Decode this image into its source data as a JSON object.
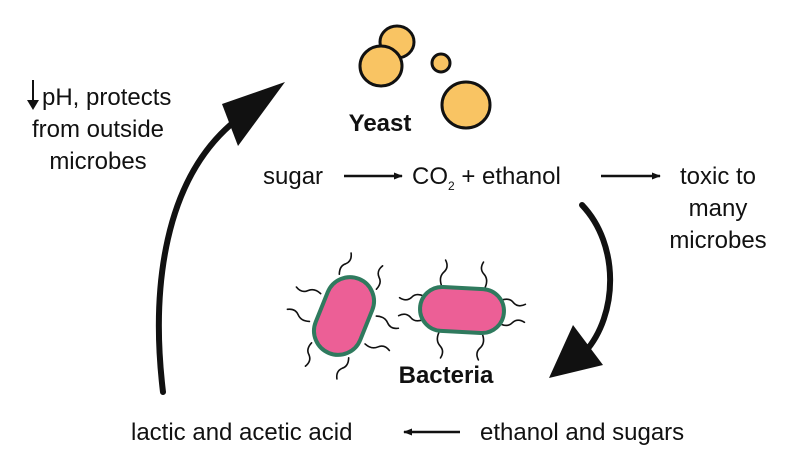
{
  "organisms": {
    "yeast_label": "Yeast",
    "bacteria_label": "Bacteria"
  },
  "reaction": {
    "reactant": "sugar",
    "product_co": "CO",
    "product_sub": "2",
    "product_rest": " + ethanol",
    "effect_lines": [
      "toxic to",
      "many",
      "microbes"
    ]
  },
  "bottom_row": {
    "acid_text": "lactic and acetic acid",
    "input_text": "ethanol and sugars"
  },
  "ph_note": {
    "line1": "pH, protects",
    "line2": "from outside",
    "line3": "microbes"
  },
  "colors": {
    "yeast_fill": "#F9C463",
    "bacteria_fill": "#EC5F96",
    "bacteria_outline": "#2F7A5E",
    "ink": "#111111"
  }
}
